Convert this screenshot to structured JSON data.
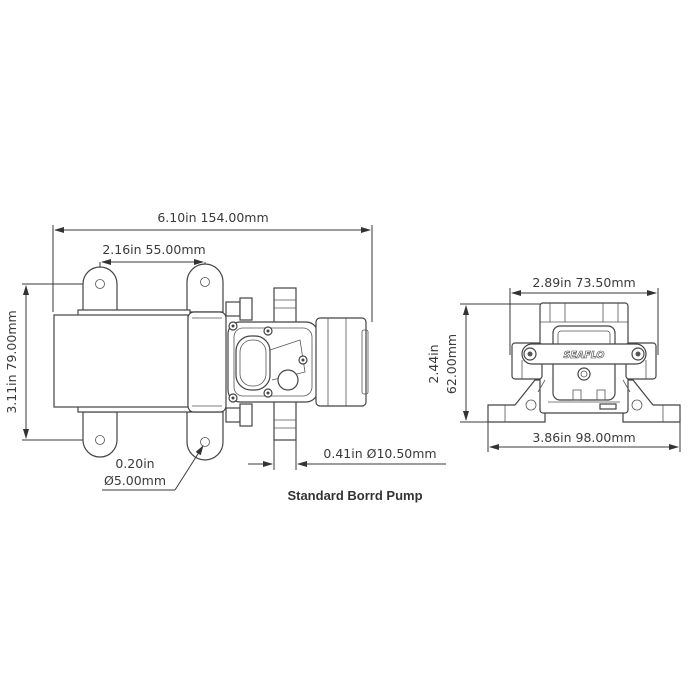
{
  "diagram": {
    "title": "Standard Borrd Pump",
    "brand_label": "SEAFLO",
    "colors": {
      "background": "#ffffff",
      "line": "#3a3a3a",
      "text": "#3a3a3a"
    },
    "side_view": {
      "overall_length": "6.10in  154.00mm",
      "mount_hole_spacing": "2.16in  55.00mm",
      "overall_height": "3.11in  79.00mm",
      "mount_hole_diameter_in": "0.20in",
      "mount_hole_diameter_mm": "Ø5.00mm",
      "port_diameter": "0.41in  Ø10.50mm"
    },
    "end_view": {
      "head_width": "2.89in  73.50mm",
      "height_in": "2.44in",
      "height_mm": "62.00mm",
      "base_width": "3.86in 98.00mm"
    }
  }
}
